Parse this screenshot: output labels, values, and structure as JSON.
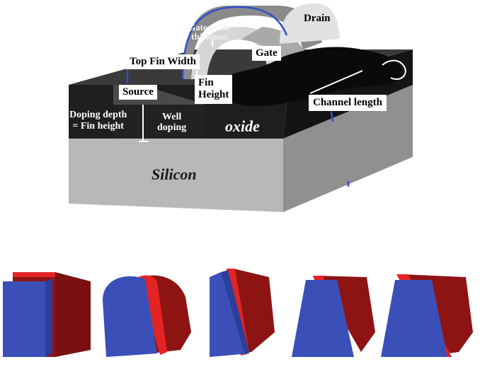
{
  "labels": {
    "drain": "Drain",
    "gate_oxide_thickness": "Gate oxide\nthickness",
    "top_fin_width": "Top Fin Width",
    "gate": "Gate",
    "fin_height": "Fin\nHeight",
    "source": "Source",
    "channel_length": "Channel length",
    "doping_depth": "Doping depth\n= Fin height",
    "well_doping": "Well\ndoping",
    "oxide": "oxide",
    "silicon": "Silicon"
  },
  "fin_profiles": [
    {
      "shape": "rectangular"
    },
    {
      "shape": "rounded-top"
    },
    {
      "shape": "triangular"
    },
    {
      "shape": "trapezoidal"
    },
    {
      "shape": "trapezoidal-wide"
    }
  ],
  "colors": {
    "fin_front": "#3a50b8",
    "fin_side": "#2d3e9a",
    "gate_front": "#e42424",
    "gate_side": "#8e1414",
    "oxide": "#2a2a2a",
    "silicon_top": "#c9c9c9",
    "silicon_front": "#b5b5b5",
    "silicon_side": "#8f8f8f",
    "gate_body": "#c8c8c8"
  }
}
